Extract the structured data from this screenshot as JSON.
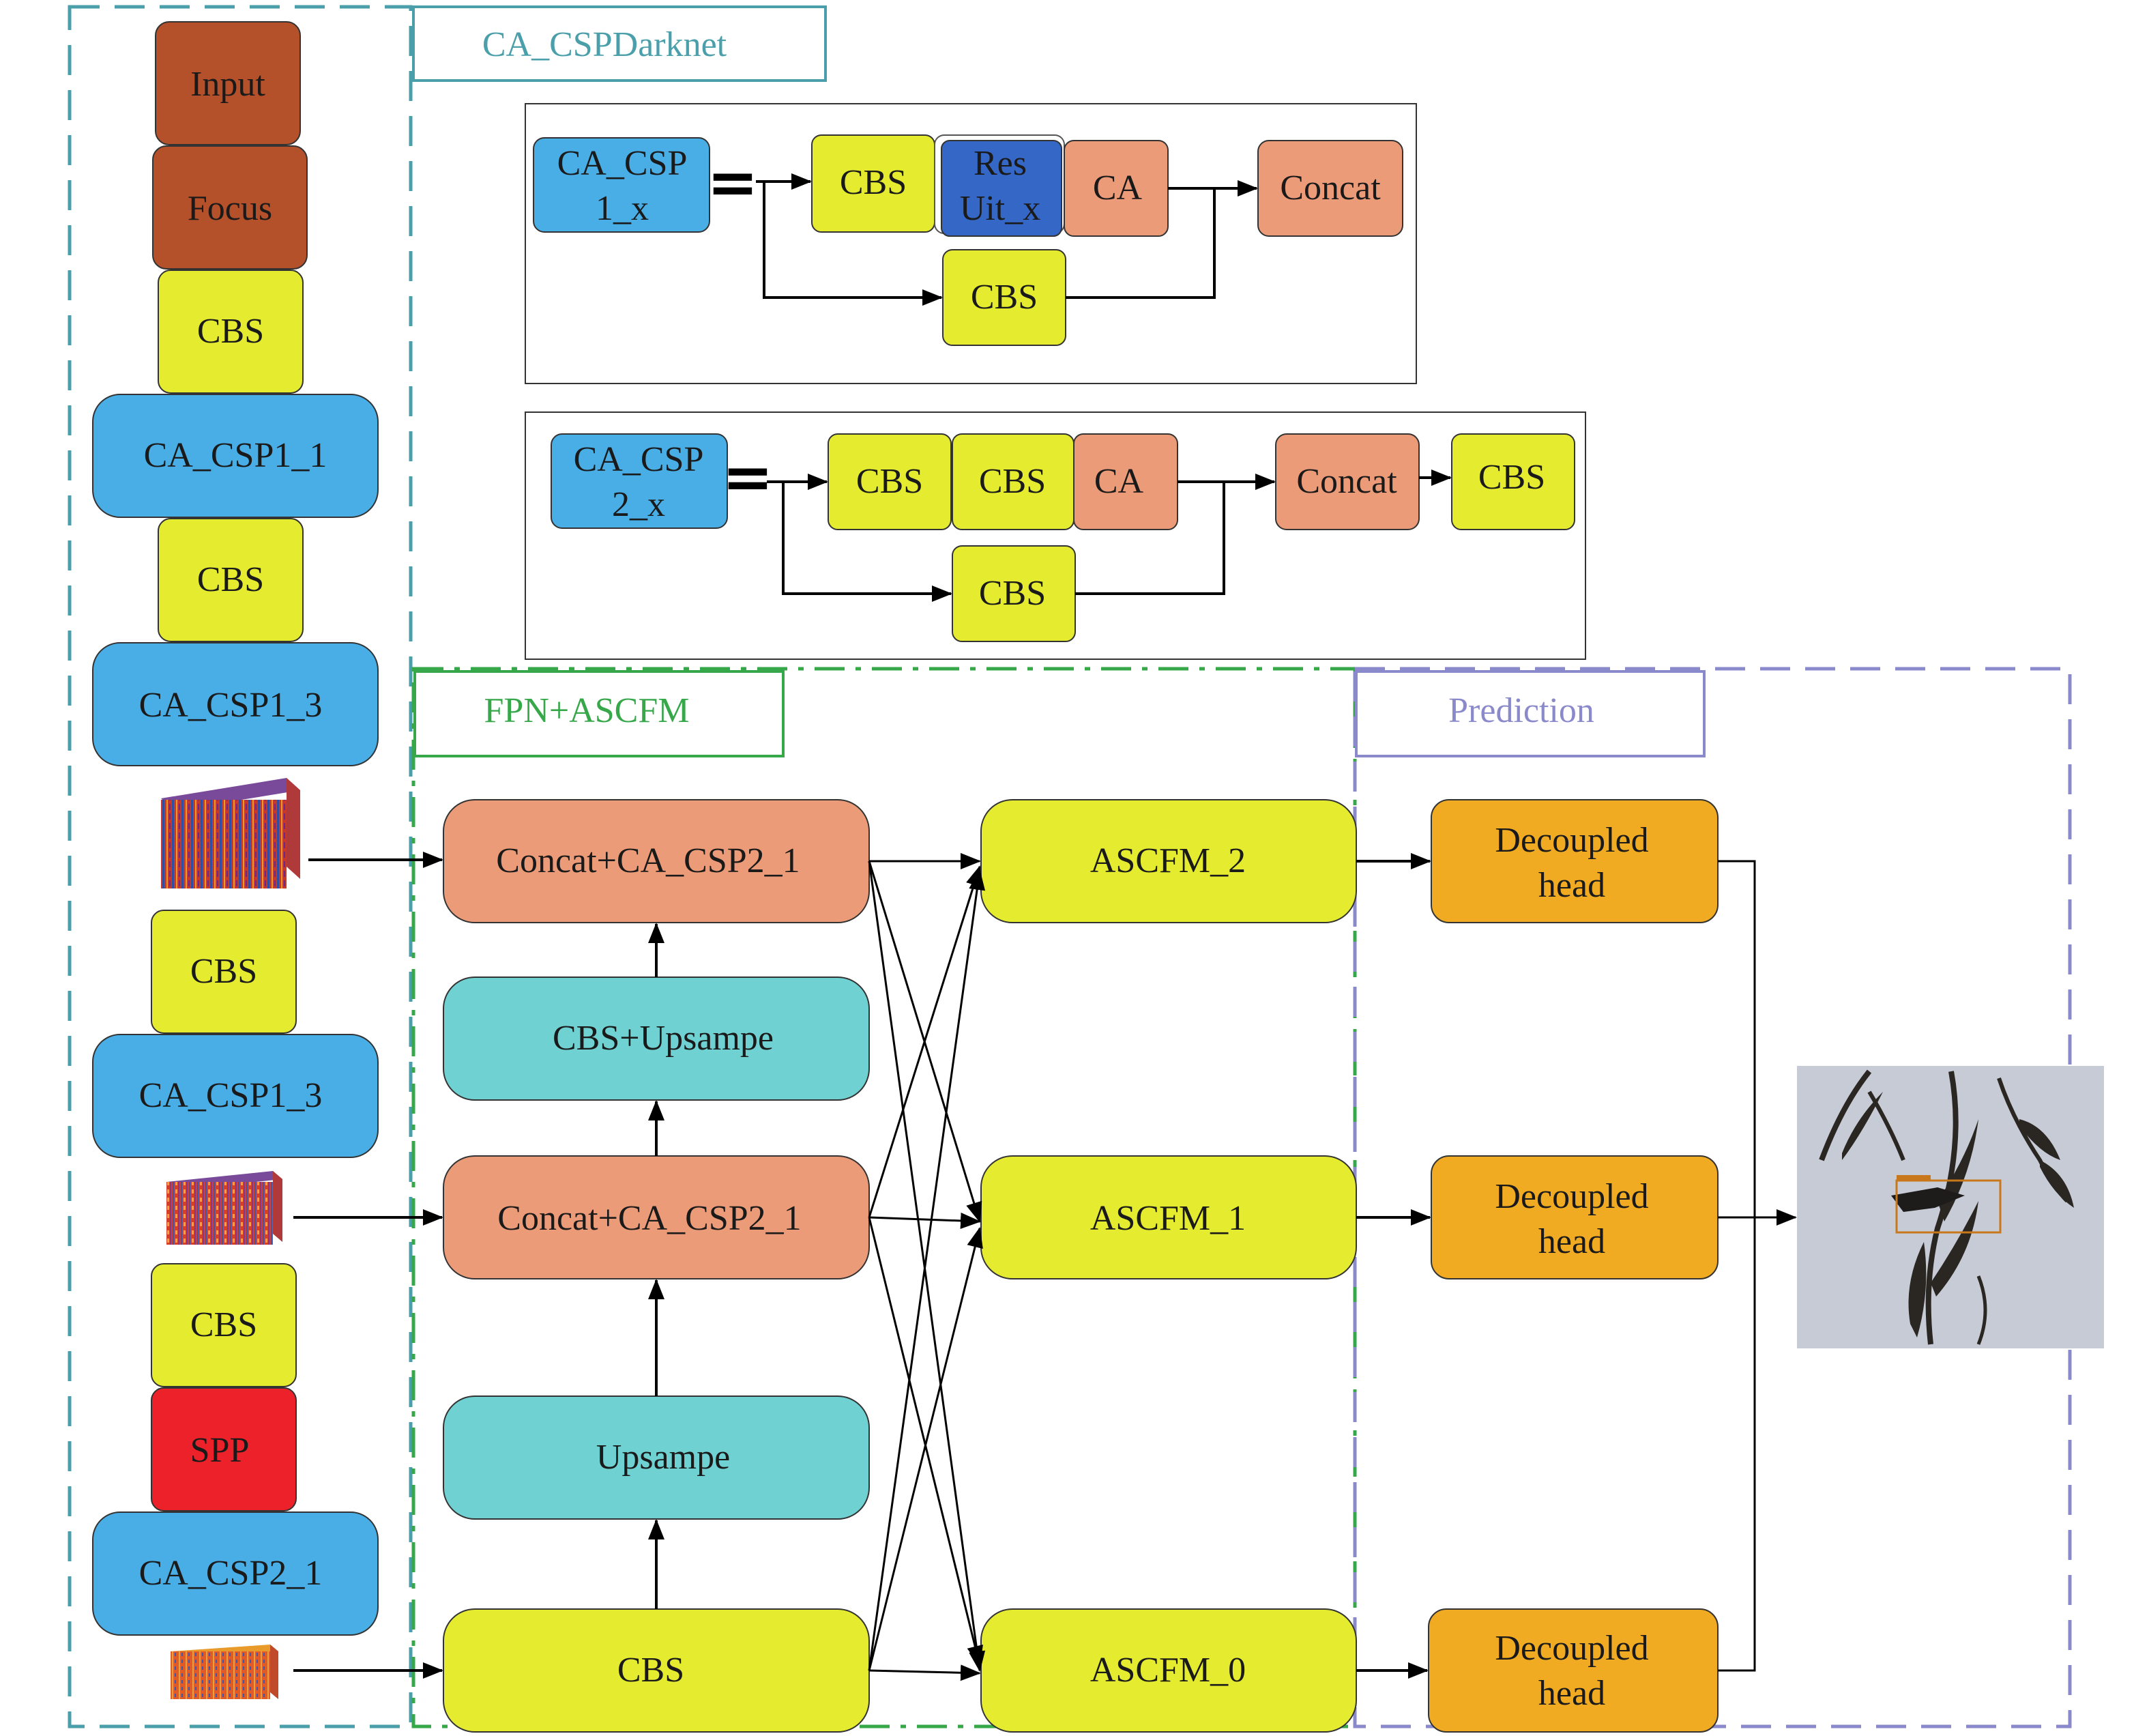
{
  "colors": {
    "brown": "#b5512a",
    "yellow": "#e5ec30",
    "blue": "#49aee6",
    "dark_blue": "#3568c6",
    "salmon": "#ec9b78",
    "teal": "#6fd1d2",
    "red": "#ec2129",
    "orange": "#f1ab22",
    "backbone_border": "#4a9faa",
    "neck_border": "#36a84a",
    "pred_border": "#8a89cc"
  },
  "sections": {
    "backbone": "CA_CSPDarknet",
    "neck": "FPN+ASCFM",
    "prediction": "Prediction"
  },
  "backbone": {
    "input": "Input",
    "focus": "Focus",
    "cbs1": "CBS",
    "csp1_1": "CA_CSP1_1",
    "cbs2": "CBS",
    "csp1_3a": "CA_CSP1_3",
    "cbs3": "CBS",
    "csp1_3b": "CA_CSP1_3",
    "cbs4": "CBS",
    "spp": "SPP",
    "csp2_1": "CA_CSP2_1"
  },
  "module1": {
    "name_line1": "CA_CSP",
    "name_line2": "1_x",
    "eq": "=",
    "cbs_a": "CBS",
    "res_line1": "Res",
    "res_line2": "Uit_x",
    "ca": "CA",
    "concat": "Concat",
    "cbs_b": "CBS"
  },
  "module2": {
    "name_line1": "CA_CSP",
    "name_line2": "2_x",
    "eq": "=",
    "cbs_a": "CBS",
    "cbs_b": "CBS",
    "ca": "CA",
    "concat": "Concat",
    "cbs_out": "CBS",
    "cbs_branch": "CBS"
  },
  "neck": {
    "concat_top": "Concat+CA_CSP2_1",
    "cbs_up": "CBS+Upsampe",
    "concat_mid": "Concat+CA_CSP2_1",
    "upsampe": "Upsampe",
    "cbs_bottom": "CBS",
    "ascfm_2": "ASCFM_2",
    "ascfm_1": "ASCFM_1",
    "ascfm_0": "ASCFM_0"
  },
  "heads": {
    "top_line1": "Decoupled",
    "top_line2": "head",
    "mid_line1": "Decoupled",
    "mid_line2": "head",
    "bot_line1": "Decoupled",
    "bot_line2": "head"
  }
}
